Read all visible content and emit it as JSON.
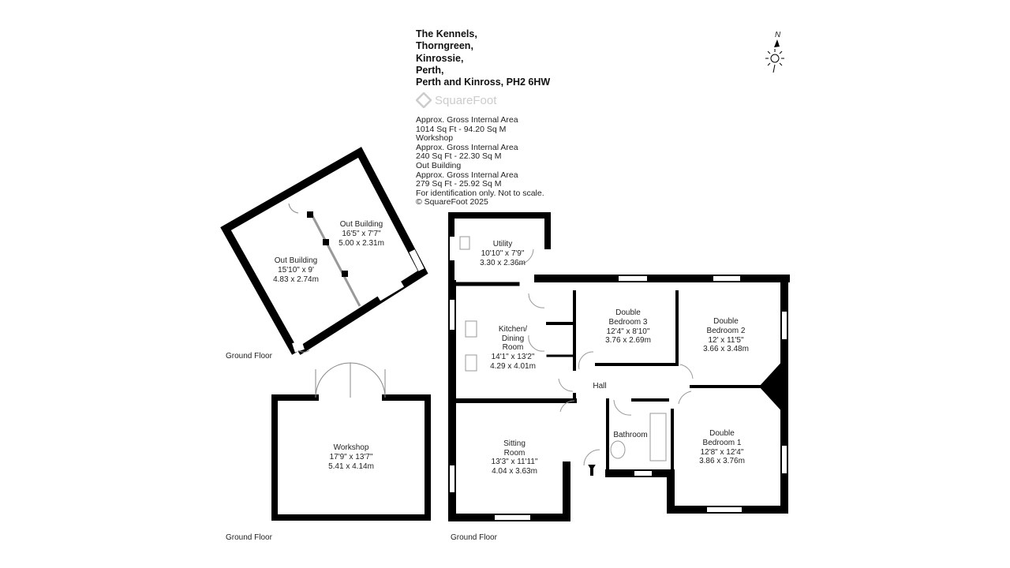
{
  "address": [
    "The Kennels,",
    "Thorngreen,",
    "Kinrossie,",
    "Perth,",
    "Perth and Kinross, PH2 6HW"
  ],
  "logo": "SquareFoot",
  "info": [
    "Approx. Gross Internal Area",
    "1014 Sq Ft  -  94.20 Sq M",
    "Workshop",
    "Approx. Gross Internal Area",
    "240 Sq Ft  -  22.30 Sq M",
    "Out Building",
    "Approx. Gross Internal Area",
    "279 Sq Ft  -  25.92 Sq M",
    "For identification only. Not to scale.",
    "© SquareFoot 2025"
  ],
  "compass": "N",
  "floor_labels": {
    "outbuilding": "Ground Floor",
    "workshop": "Ground Floor",
    "house": "Ground Floor"
  },
  "rooms": {
    "outbuilding_1": [
      "Out Building",
      "15'10\" x 9'",
      "4.83 x 2.74m"
    ],
    "outbuilding_2": [
      "Out Building",
      "16'5\" x 7'7\"",
      "5.00 x 2.31m"
    ],
    "workshop": [
      "Workshop",
      "17'9\" x 13'7\"",
      "5.41 x 4.14m"
    ],
    "utility": [
      "Utility",
      "10'10\" x 7'9\"",
      "3.30 x 2.36m"
    ],
    "kitchen": [
      "Kitchen/",
      "Dining",
      "Room",
      "14'1\" x 13'2\"",
      "4.29 x 4.01m"
    ],
    "sitting": [
      "Sitting",
      "Room",
      "13'3\" x 11'11\"",
      "4.04 x 3.63m"
    ],
    "bed3": [
      "Double",
      "Bedroom 3",
      "12'4\" x 8'10\"",
      "3.76 x 2.69m"
    ],
    "bed2": [
      "Double",
      "Bedroom 2",
      "12' x 11'5\"",
      "3.66 x 3.48m"
    ],
    "bed1": [
      "Double",
      "Bedroom 1",
      "12'8\" x 12'4\"",
      "3.86 x 3.76m"
    ],
    "hall": "Hall",
    "bathroom": "Bathroom"
  }
}
